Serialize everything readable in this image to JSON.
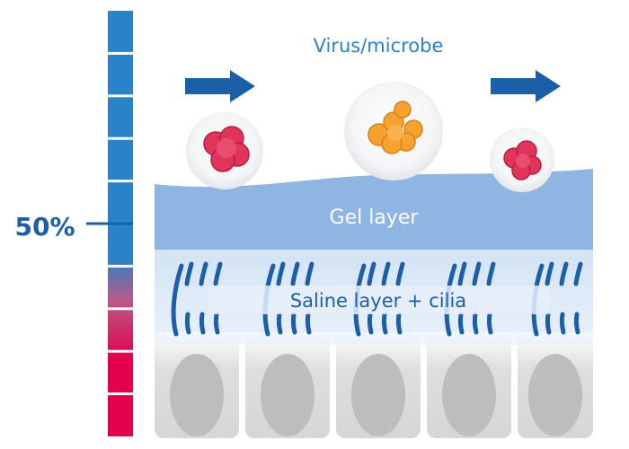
{
  "labels": {
    "virus": "Virus/microbe",
    "gel": "Gel layer",
    "saline": "Saline layer + cilia",
    "humidity": "50%"
  },
  "colors": {
    "blue_dark": "#1a5fa8",
    "blue_mid": "#2a82c9",
    "gel_blue": "#8fb6e2",
    "saline_blue": "#cfe0f3",
    "cell_grey": "#d9d9d9",
    "nucleus_grey": "#bdbdbd",
    "microbe_red": "#e0345a",
    "microbe_orange": "#f5a230",
    "scale_red": "#e2004d"
  },
  "scale": {
    "segments": 10,
    "marker_fraction": 0.5
  },
  "icons": {
    "flow_arrow": "right-arrow-icon"
  }
}
